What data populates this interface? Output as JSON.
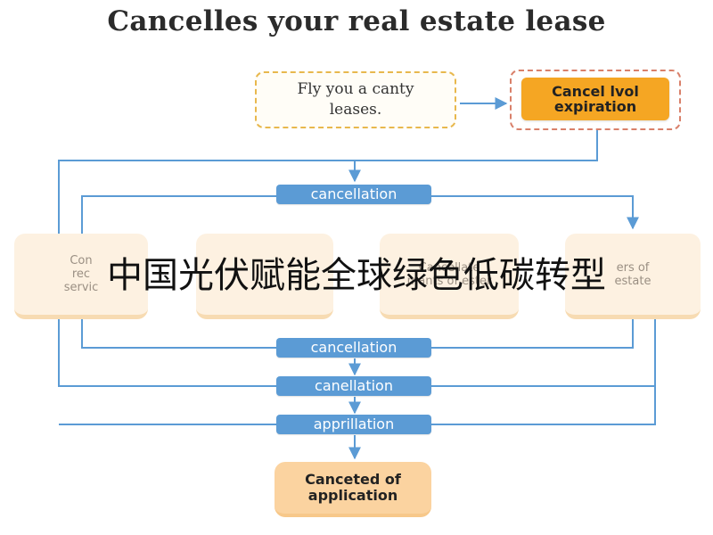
{
  "title": "Cancelles your real estate lease",
  "top_left_box": "Fly you a canty\nleases.",
  "top_right_box": "Cancel lvol\nexpiration",
  "bars": [
    "cancellation",
    "cancellation",
    "canellation",
    "apprillation"
  ],
  "cards": [
    "Con\nrec\nservic",
    "",
    "Cancellate\nmants of ester",
    "ers of\nestate"
  ],
  "final_box": "Canceted of\napplication",
  "overlay_text": "中国光伏赋能全球绿色低碳转型",
  "colors": {
    "connector": "#5b9bd5",
    "bar_fill": "#5b9bd5",
    "orange": "#f5a623",
    "card_fill": "#fdf1e1",
    "final_fill": "#fbd3a0"
  }
}
